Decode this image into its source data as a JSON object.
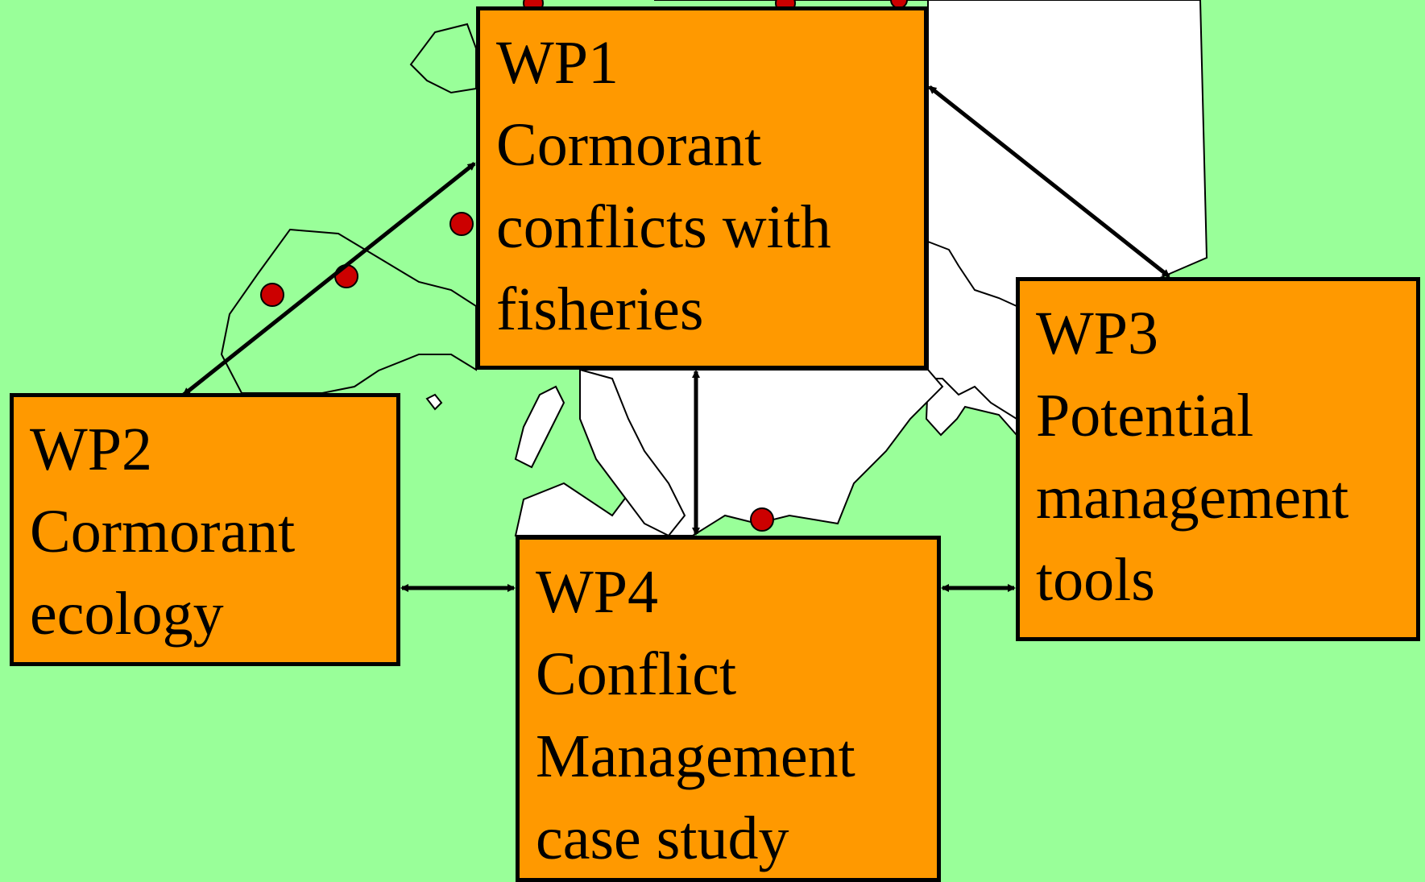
{
  "colors": {
    "sea": "#99ff99",
    "land": "#ffffff",
    "box_fill": "#ff9900",
    "border": "#000000",
    "colony_dot": "#cc0000"
  },
  "work_packages": {
    "wp1": {
      "id": "WP1",
      "lines": [
        "Cormorant",
        "conflicts with",
        "fisheries"
      ]
    },
    "wp2": {
      "id": "WP2",
      "lines": [
        "Cormorant",
        "ecology"
      ]
    },
    "wp3": {
      "id": "WP3",
      "lines": [
        "Potential",
        "management",
        "tools"
      ]
    },
    "wp4": {
      "id": "WP4",
      "lines": [
        "Conflict",
        "Management",
        "case study"
      ]
    }
  },
  "links": [
    {
      "from": "WP1",
      "to": "WP2",
      "bidirectional": true
    },
    {
      "from": "WP1",
      "to": "WP3",
      "bidirectional": true
    },
    {
      "from": "WP1",
      "to": "WP4",
      "bidirectional": true
    },
    {
      "from": "WP2",
      "to": "WP4",
      "bidirectional": true
    },
    {
      "from": "WP3",
      "to": "WP4",
      "bidirectional": true
    }
  ]
}
